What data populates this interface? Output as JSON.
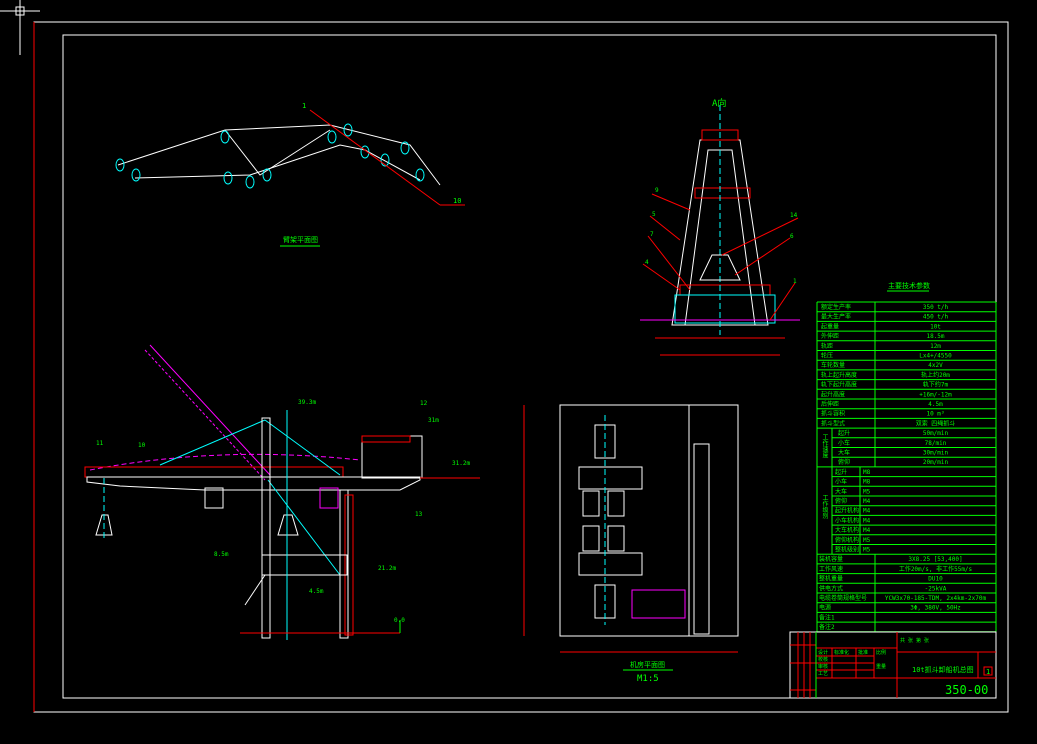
{
  "cad": {
    "colors": {
      "background": "#000000",
      "border": "#ffffff",
      "red": "#ff0000",
      "green": "#00ff00",
      "cyan": "#00ffff",
      "magenta": "#ff00ff",
      "yellow": "#ffff00"
    },
    "cursor_icon": "crosshair-icon",
    "boom_view": {
      "title": "臂架平面图",
      "labels": [
        "1",
        "10"
      ]
    },
    "a_view": {
      "title": "A向",
      "callouts": [
        "9",
        "5",
        "7",
        "4",
        "14",
        "6",
        "1"
      ]
    },
    "elevation": {
      "levels": [
        "39.3m",
        "31m",
        "31.2m",
        "8.5m",
        "4.5m",
        "21.2m",
        "0.0"
      ],
      "callouts": [
        "11",
        "10",
        "12",
        "13"
      ]
    },
    "plan_view": {
      "title": "机房平面图",
      "scale": "M1:5"
    },
    "spec_table": {
      "title": "主要技术参数",
      "rows": [
        {
          "label": "额定生产率",
          "value": "350 t/h"
        },
        {
          "label": "最大生产率",
          "value": "450 t/h"
        },
        {
          "label": "起重量",
          "value": "10t"
        },
        {
          "label": "外伸距",
          "value": "18.5m"
        },
        {
          "label": "轨距",
          "value": "12m"
        },
        {
          "label": "轮压",
          "value": "Lx4+/4550"
        },
        {
          "label": "车轮数量",
          "value": "4x2V"
        },
        {
          "label": "轨上起升高度",
          "value": "轨上约20m"
        },
        {
          "label": "轨下起升高度",
          "value": "轨下约7m"
        },
        {
          "label": "起升高度",
          "value": "+16m/-12m"
        },
        {
          "label": "后伸距",
          "value": "4.5m"
        },
        {
          "label": "抓斗容积",
          "value": "10 m³"
        },
        {
          "label": "抓斗型式",
          "value": "双索 四绳抓斗"
        }
      ],
      "speed_group": "工作速度",
      "speeds": [
        {
          "label": "起升",
          "value": "50m/min"
        },
        {
          "label": "小车",
          "value": "78/min"
        },
        {
          "label": "大车",
          "value": "30m/min"
        },
        {
          "label": "俯仰",
          "value": "20m/min"
        }
      ],
      "class_group": "工作级别",
      "classes": [
        {
          "label": "起升",
          "value": "M8"
        },
        {
          "label": "小车",
          "value": "M8"
        },
        {
          "label": "大车",
          "value": "M5"
        },
        {
          "label": "俯仰",
          "value": "M4"
        },
        {
          "label": "起升机构",
          "value": "M4"
        },
        {
          "label": "小车机构",
          "value": "M4"
        },
        {
          "label": "大车机构",
          "value": "M4"
        },
        {
          "label": "俯仰机构",
          "value": "M5"
        },
        {
          "label": "整机级别",
          "value": "M5"
        }
      ],
      "footer_rows": [
        {
          "label": "装机容量",
          "value": "3X8.25 [53,400]"
        },
        {
          "label": "工作风速",
          "value": "工作20m/s, 非工作55m/s"
        },
        {
          "label": "整机重量",
          "value": "DU10"
        },
        {
          "label": "供电方式",
          "value": "-25kVA"
        },
        {
          "label": "电缆卷筒规格型号",
          "value": "YCW3x70-185-TDM, 2x4km-2x70m"
        },
        {
          "label": "电源",
          "value": "3Φ, 380V, 50Hz"
        },
        {
          "label": "备注1",
          "value": ""
        },
        {
          "label": "备注2",
          "value": ""
        }
      ]
    },
    "title_block": {
      "drawing_title": "10t抓斗卸船机总图",
      "drawing_number": "350-00",
      "sheet": "1",
      "fields": [
        "设计",
        "校核",
        "审核",
        "工艺",
        "标准化",
        "批准",
        "比例",
        "重量",
        "共 张 第 张"
      ]
    }
  }
}
